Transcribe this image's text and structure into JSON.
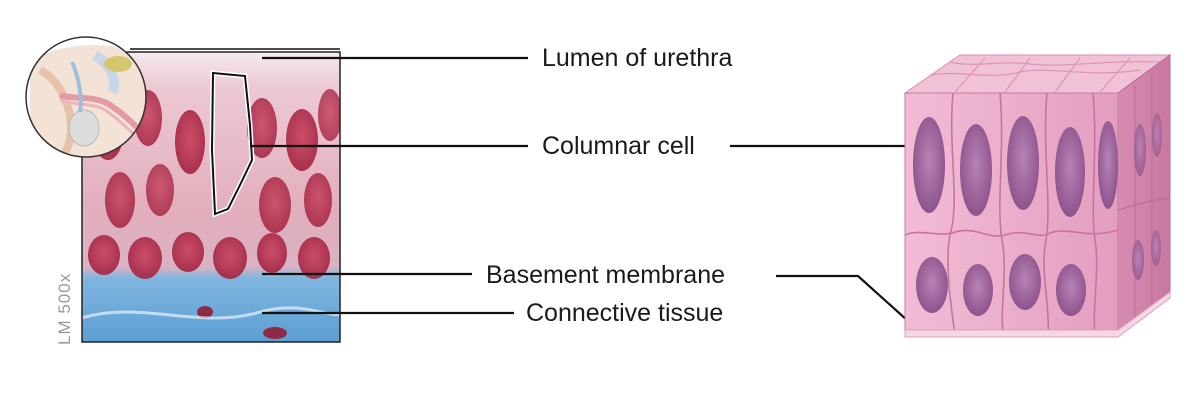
{
  "figure": {
    "labels": {
      "lumen": "Lumen of urethra",
      "columnar_cell": "Columnar cell",
      "basement_membrane": "Basement membrane",
      "connective_tissue": "Connective tissue"
    },
    "magnification": "LM 500x",
    "colors": {
      "nucleus": "#b32a4a",
      "cytoplasm": "#e8b7c4",
      "connective": "#6aa7d8",
      "drawing_cell": "#e9a9c6",
      "drawing_nucleus": "#9b5b96"
    }
  }
}
